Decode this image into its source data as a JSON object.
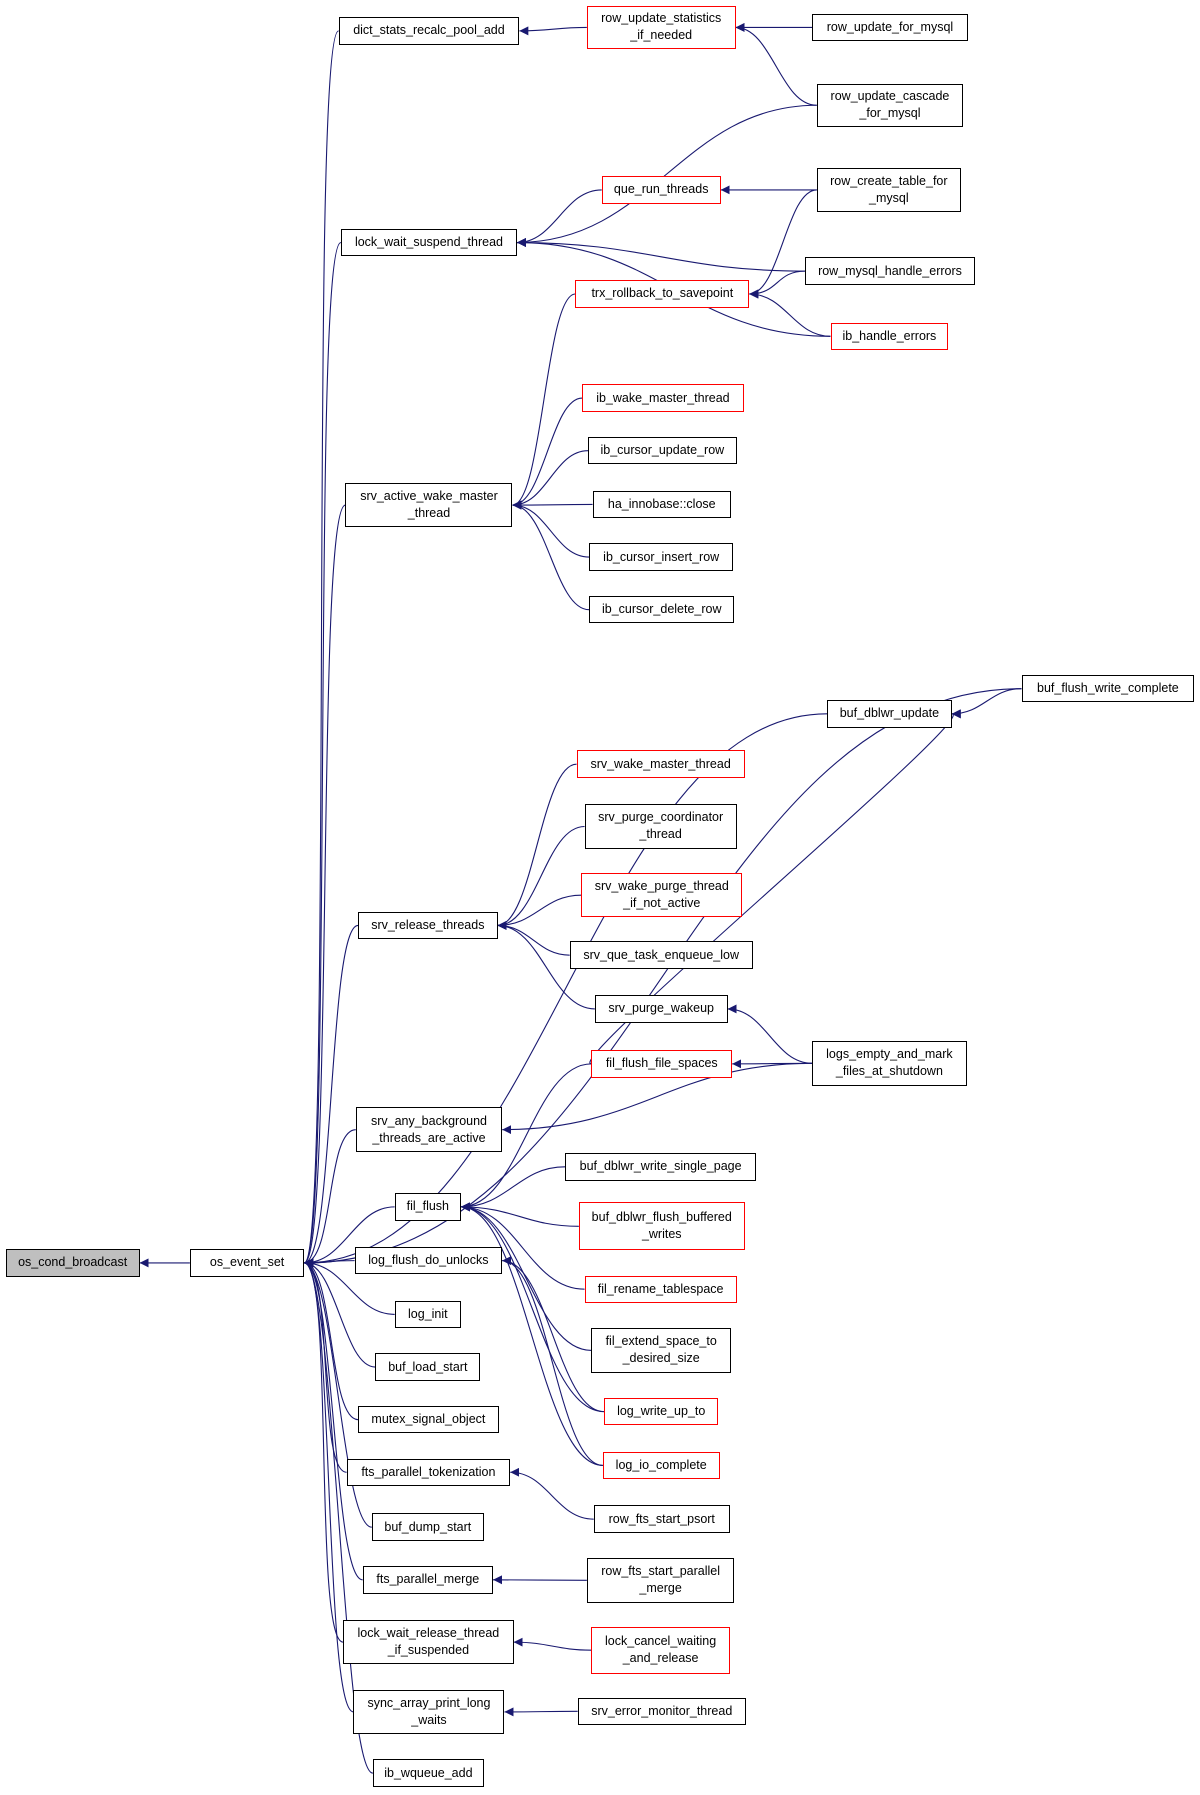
{
  "diagram": {
    "colors": {
      "edge": "#191970",
      "border_black": "#000000",
      "border_red": "#ff0000",
      "root_fill": "#bfbfbf",
      "node_fill": "#ffffff"
    },
    "nodes": [
      {
        "id": "os_cond_broadcast",
        "label": "os_cond_broadcast",
        "border": "black",
        "root": true
      },
      {
        "id": "os_event_set",
        "label": "os_event_set",
        "border": "black"
      },
      {
        "id": "dict_stats_recalc_pool_add",
        "label": "dict_stats_recalc_pool_add",
        "border": "black"
      },
      {
        "id": "row_update_statistics_if_needed",
        "label": "row_update_statistics\n_if_needed",
        "border": "red"
      },
      {
        "id": "row_update_for_mysql",
        "label": "row_update_for_mysql",
        "border": "black"
      },
      {
        "id": "row_update_cascade_for_mysql",
        "label": "row_update_cascade\n_for_mysql",
        "border": "black"
      },
      {
        "id": "row_create_table_for_mysql",
        "label": "row_create_table_for\n_mysql",
        "border": "black"
      },
      {
        "id": "que_run_threads",
        "label": "que_run_threads",
        "border": "red"
      },
      {
        "id": "lock_wait_suspend_thread",
        "label": "lock_wait_suspend_thread",
        "border": "black"
      },
      {
        "id": "row_mysql_handle_errors",
        "label": "row_mysql_handle_errors",
        "border": "black"
      },
      {
        "id": "trx_rollback_to_savepoint",
        "label": "trx_rollback_to_savepoint",
        "border": "red"
      },
      {
        "id": "ib_handle_errors",
        "label": "ib_handle_errors",
        "border": "red"
      },
      {
        "id": "ib_wake_master_thread",
        "label": "ib_wake_master_thread",
        "border": "red"
      },
      {
        "id": "ib_cursor_update_row",
        "label": "ib_cursor_update_row",
        "border": "black"
      },
      {
        "id": "srv_active_wake_master_thread",
        "label": "srv_active_wake_master\n_thread",
        "border": "black"
      },
      {
        "id": "ha_innobase_close",
        "label": "ha_innobase::close",
        "border": "black"
      },
      {
        "id": "ib_cursor_insert_row",
        "label": "ib_cursor_insert_row",
        "border": "black"
      },
      {
        "id": "ib_cursor_delete_row",
        "label": "ib_cursor_delete_row",
        "border": "black"
      },
      {
        "id": "buf_flush_write_complete",
        "label": "buf_flush_write_complete",
        "border": "black"
      },
      {
        "id": "buf_dblwr_update",
        "label": "buf_dblwr_update",
        "border": "black"
      },
      {
        "id": "srv_wake_master_thread",
        "label": "srv_wake_master_thread",
        "border": "red"
      },
      {
        "id": "srv_purge_coordinator_thread",
        "label": "srv_purge_coordinator\n_thread",
        "border": "black"
      },
      {
        "id": "srv_wake_purge_thread_if_not_active",
        "label": "srv_wake_purge_thread\n_if_not_active",
        "border": "red"
      },
      {
        "id": "srv_release_threads",
        "label": "srv_release_threads",
        "border": "black"
      },
      {
        "id": "srv_que_task_enqueue_low",
        "label": "srv_que_task_enqueue_low",
        "border": "black"
      },
      {
        "id": "srv_purge_wakeup",
        "label": "srv_purge_wakeup",
        "border": "black"
      },
      {
        "id": "fil_flush_file_spaces",
        "label": "fil_flush_file_spaces",
        "border": "red"
      },
      {
        "id": "logs_empty_and_mark_files_at_shutdown",
        "label": "logs_empty_and_mark\n_files_at_shutdown",
        "border": "black"
      },
      {
        "id": "srv_any_background_threads_are_active",
        "label": "srv_any_background\n_threads_are_active",
        "border": "black"
      },
      {
        "id": "buf_dblwr_write_single_page",
        "label": "buf_dblwr_write_single_page",
        "border": "black"
      },
      {
        "id": "fil_flush",
        "label": "fil_flush",
        "border": "black"
      },
      {
        "id": "buf_dblwr_flush_buffered_writes",
        "label": "buf_dblwr_flush_buffered\n_writes",
        "border": "red"
      },
      {
        "id": "log_flush_do_unlocks",
        "label": "log_flush_do_unlocks",
        "border": "black"
      },
      {
        "id": "fil_rename_tablespace",
        "label": "fil_rename_tablespace",
        "border": "red"
      },
      {
        "id": "log_init",
        "label": "log_init",
        "border": "black"
      },
      {
        "id": "fil_extend_space_to_desired_size",
        "label": "fil_extend_space_to\n_desired_size",
        "border": "black"
      },
      {
        "id": "buf_load_start",
        "label": "buf_load_start",
        "border": "black"
      },
      {
        "id": "log_write_up_to",
        "label": "log_write_up_to",
        "border": "red"
      },
      {
        "id": "mutex_signal_object",
        "label": "mutex_signal_object",
        "border": "black"
      },
      {
        "id": "log_io_complete",
        "label": "log_io_complete",
        "border": "red"
      },
      {
        "id": "fts_parallel_tokenization",
        "label": "fts_parallel_tokenization",
        "border": "black"
      },
      {
        "id": "row_fts_start_psort",
        "label": "row_fts_start_psort",
        "border": "black"
      },
      {
        "id": "buf_dump_start",
        "label": "buf_dump_start",
        "border": "black"
      },
      {
        "id": "row_fts_start_parallel_merge",
        "label": "row_fts_start_parallel\n_merge",
        "border": "black"
      },
      {
        "id": "fts_parallel_merge",
        "label": "fts_parallel_merge",
        "border": "black"
      },
      {
        "id": "lock_cancel_waiting_and_release",
        "label": "lock_cancel_waiting\n_and_release",
        "border": "red"
      },
      {
        "id": "lock_wait_release_thread_if_suspended",
        "label": "lock_wait_release_thread\n_if_suspended",
        "border": "black"
      },
      {
        "id": "sync_array_print_long_waits",
        "label": "sync_array_print_long\n_waits",
        "border": "black"
      },
      {
        "id": "srv_error_monitor_thread",
        "label": "srv_error_monitor_thread",
        "border": "black"
      },
      {
        "id": "ib_wqueue_add",
        "label": "ib_wqueue_add",
        "border": "black"
      }
    ],
    "edges": [
      {
        "from": "os_event_set",
        "to": "os_cond_broadcast"
      },
      {
        "from": "dict_stats_recalc_pool_add",
        "to": "os_event_set"
      },
      {
        "from": "lock_wait_suspend_thread",
        "to": "os_event_set"
      },
      {
        "from": "srv_active_wake_master_thread",
        "to": "os_event_set"
      },
      {
        "from": "buf_flush_write_complete",
        "to": "os_event_set"
      },
      {
        "from": "buf_dblwr_update",
        "to": "os_event_set"
      },
      {
        "from": "srv_release_threads",
        "to": "os_event_set"
      },
      {
        "from": "srv_any_background_threads_are_active",
        "to": "os_event_set"
      },
      {
        "from": "fil_flush",
        "to": "os_event_set"
      },
      {
        "from": "log_flush_do_unlocks",
        "to": "os_event_set"
      },
      {
        "from": "log_init",
        "to": "os_event_set"
      },
      {
        "from": "buf_load_start",
        "to": "os_event_set"
      },
      {
        "from": "mutex_signal_object",
        "to": "os_event_set"
      },
      {
        "from": "fts_parallel_tokenization",
        "to": "os_event_set"
      },
      {
        "from": "buf_dump_start",
        "to": "os_event_set"
      },
      {
        "from": "fts_parallel_merge",
        "to": "os_event_set"
      },
      {
        "from": "lock_wait_release_thread_if_suspended",
        "to": "os_event_set"
      },
      {
        "from": "sync_array_print_long_waits",
        "to": "os_event_set"
      },
      {
        "from": "ib_wqueue_add",
        "to": "os_event_set"
      },
      {
        "from": "row_update_statistics_if_needed",
        "to": "dict_stats_recalc_pool_add"
      },
      {
        "from": "row_update_for_mysql",
        "to": "row_update_statistics_if_needed"
      },
      {
        "from": "row_update_cascade_for_mysql",
        "to": "row_update_statistics_if_needed"
      },
      {
        "from": "row_update_cascade_for_mysql",
        "to": "lock_wait_suspend_thread"
      },
      {
        "from": "que_run_threads",
        "to": "lock_wait_suspend_thread"
      },
      {
        "from": "row_create_table_for_mysql",
        "to": "que_run_threads"
      },
      {
        "from": "row_create_table_for_mysql",
        "to": "trx_rollback_to_savepoint"
      },
      {
        "from": "row_mysql_handle_errors",
        "to": "lock_wait_suspend_thread"
      },
      {
        "from": "row_mysql_handle_errors",
        "to": "trx_rollback_to_savepoint"
      },
      {
        "from": "ib_handle_errors",
        "to": "lock_wait_suspend_thread"
      },
      {
        "from": "ib_handle_errors",
        "to": "trx_rollback_to_savepoint"
      },
      {
        "from": "trx_rollback_to_savepoint",
        "to": "srv_active_wake_master_thread"
      },
      {
        "from": "ib_wake_master_thread",
        "to": "srv_active_wake_master_thread"
      },
      {
        "from": "ib_cursor_update_row",
        "to": "srv_active_wake_master_thread"
      },
      {
        "from": "ha_innobase_close",
        "to": "srv_active_wake_master_thread"
      },
      {
        "from": "ib_cursor_insert_row",
        "to": "srv_active_wake_master_thread"
      },
      {
        "from": "ib_cursor_delete_row",
        "to": "srv_active_wake_master_thread"
      },
      {
        "from": "buf_flush_write_complete",
        "to": "buf_dblwr_update"
      },
      {
        "from": "fil_flush_file_spaces",
        "to": "buf_dblwr_update"
      },
      {
        "from": "srv_wake_master_thread",
        "to": "srv_release_threads"
      },
      {
        "from": "srv_purge_coordinator_thread",
        "to": "srv_release_threads"
      },
      {
        "from": "srv_wake_purge_thread_if_not_active",
        "to": "srv_release_threads"
      },
      {
        "from": "srv_que_task_enqueue_low",
        "to": "srv_release_threads"
      },
      {
        "from": "srv_purge_wakeup",
        "to": "srv_release_threads"
      },
      {
        "from": "logs_empty_and_mark_files_at_shutdown",
        "to": "srv_purge_wakeup"
      },
      {
        "from": "logs_empty_and_mark_files_at_shutdown",
        "to": "fil_flush_file_spaces"
      },
      {
        "from": "logs_empty_and_mark_files_at_shutdown",
        "to": "srv_any_background_threads_are_active"
      },
      {
        "from": "fil_flush_file_spaces",
        "to": "fil_flush"
      },
      {
        "from": "buf_dblwr_write_single_page",
        "to": "fil_flush"
      },
      {
        "from": "buf_dblwr_flush_buffered_writes",
        "to": "fil_flush"
      },
      {
        "from": "fil_rename_tablespace",
        "to": "fil_flush"
      },
      {
        "from": "fil_extend_space_to_desired_size",
        "to": "fil_flush"
      },
      {
        "from": "log_write_up_to",
        "to": "fil_flush"
      },
      {
        "from": "log_io_complete",
        "to": "fil_flush"
      },
      {
        "from": "log_write_up_to",
        "to": "log_flush_do_unlocks"
      },
      {
        "from": "log_io_complete",
        "to": "log_flush_do_unlocks"
      },
      {
        "from": "row_fts_start_psort",
        "to": "fts_parallel_tokenization"
      },
      {
        "from": "row_fts_start_parallel_merge",
        "to": "fts_parallel_merge"
      },
      {
        "from": "lock_cancel_waiting_and_release",
        "to": "lock_wait_release_thread_if_suspended"
      },
      {
        "from": "srv_error_monitor_thread",
        "to": "sync_array_print_long_waits"
      }
    ]
  }
}
